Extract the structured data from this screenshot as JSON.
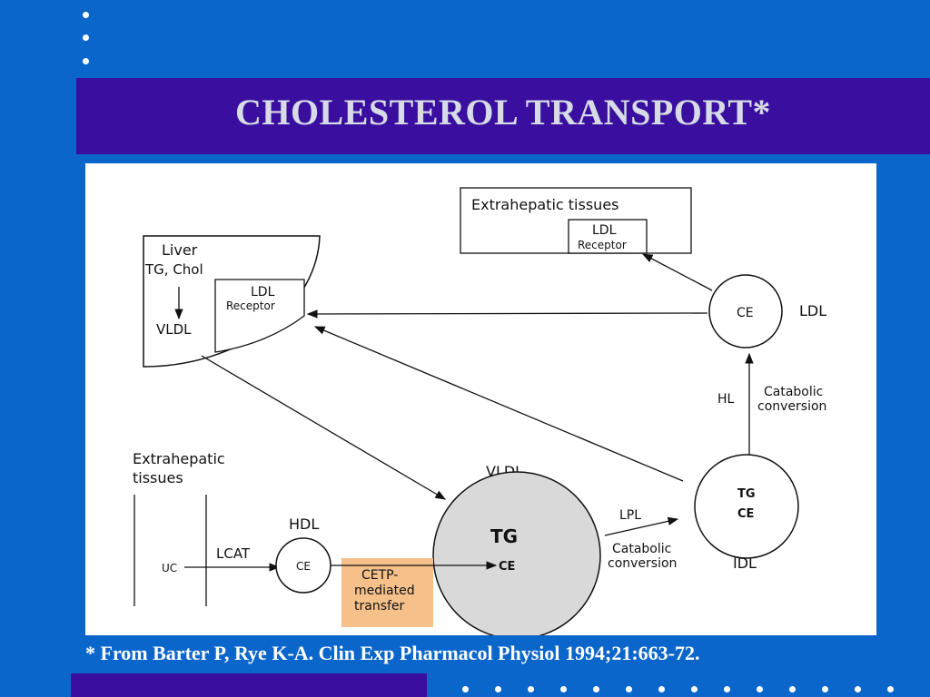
{
  "slide": {
    "title": "CHOLESTEROL TRANSPORT*",
    "citation": "* From Barter P, Rye K-A. Clin Exp Pharmacol Physiol 1994;21:663-72."
  },
  "colors": {
    "background": "#0b66cc",
    "band": "#3a0fa0",
    "title_text": "#d6dbe6",
    "vldl_fill": "#d9d9d9",
    "cetp_fill": "#f5c08a"
  },
  "diagram": {
    "liver": {
      "title": "Liver",
      "sub": "TG, Chol",
      "vldl": "VLDL",
      "receptor_title": "LDL",
      "receptor_sub": "Receptor"
    },
    "extrahepatic_top": {
      "title": "Extrahepatic tissues",
      "receptor_title": "LDL",
      "receptor_sub": "Receptor"
    },
    "ldl": {
      "core": "CE",
      "label": "LDL"
    },
    "hl": {
      "label": "HL",
      "conv1": "Catabolic",
      "conv2": "conversion"
    },
    "idl": {
      "tg": "TG",
      "ce": "CE",
      "label": "IDL"
    },
    "lpl": {
      "label": "LPL",
      "conv1": "Catabolic",
      "conv2": "conversion"
    },
    "vldl_particle": {
      "label": "VLDL",
      "tg": "TG",
      "ce": "CE"
    },
    "extrahepatic_left": {
      "line1": "Extrahepatic",
      "line2": "tissues",
      "uc": "UC",
      "lcat": "LCAT"
    },
    "hdl": {
      "label": "HDL",
      "core": "CE"
    },
    "cetp": {
      "line1": "CETP-",
      "line2": "mediated",
      "line3": "transfer"
    }
  }
}
